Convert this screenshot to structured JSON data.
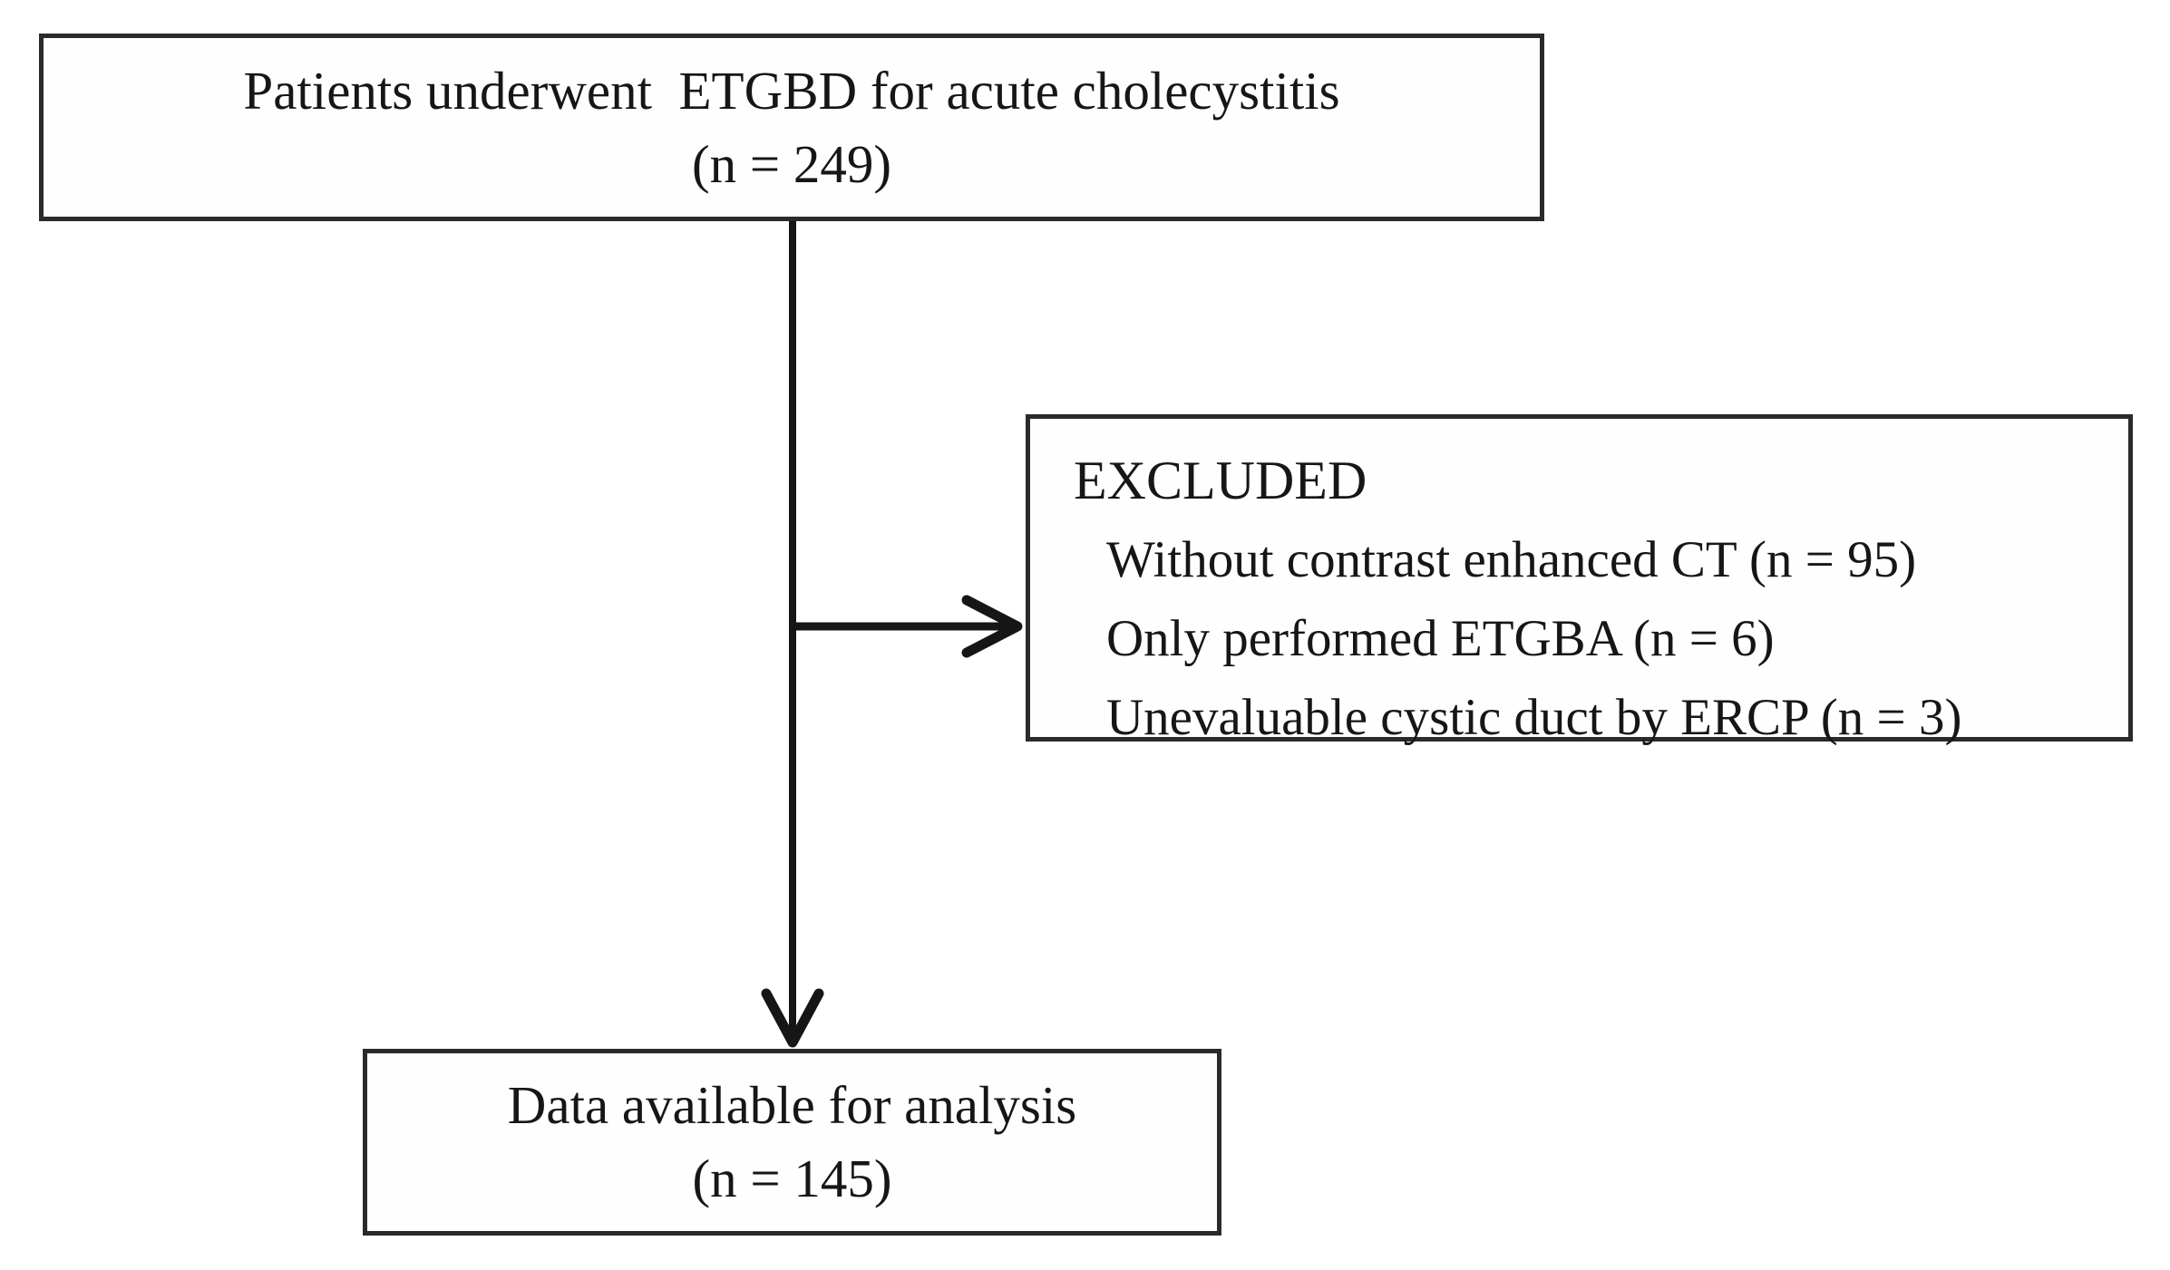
{
  "diagram": {
    "enrollment_box": {
      "line1": "Patients underwent  ETGBD for acute cholecystitis",
      "line2": "(n = 249)"
    },
    "excluded_box": {
      "title": "EXCLUDED",
      "items": [
        "Without contrast enhanced CT (n = 95)",
        "Only performed ETGBA (n = 6)",
        "Unevaluable cystic duct by ERCP (n = 3)"
      ]
    },
    "analysis_box": {
      "line1": "Data available for analysis",
      "line2": "(n = 145)"
    },
    "colors": {
      "ink": "#161616",
      "border": "#2a2a2a",
      "background": "#ffffff"
    }
  }
}
